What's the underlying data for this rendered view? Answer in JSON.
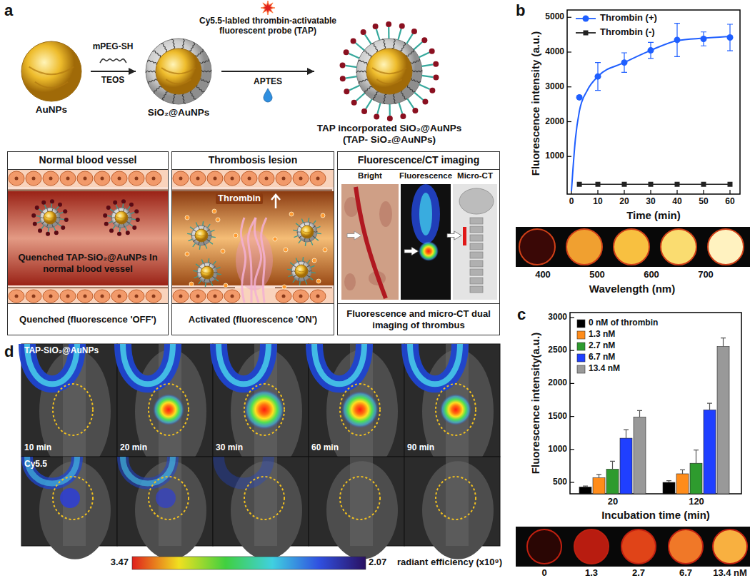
{
  "diagram": {
    "nodes": [
      {
        "text": [
          "AuNPs"
        ]
      },
      {
        "text": [
          "SiO₂@AuNPs"
        ]
      },
      {
        "text": [
          "TAP incorporated SiO₂@AuNPs (TAP- SiO₂@AuNPs)"
        ]
      },
      {
        "text": [
          "Normal blood vessel",
          "Quenched TAP-SiO₂@AuNPs In normal blood vessel"
        ]
      },
      {
        "text": [
          "Quenched (fluorescence 'OFF')"
        ],
        "in": 3
      },
      {
        "text": [
          "Thrombosis lesion"
        ]
      },
      {
        "text": [
          "Activated (fluorescence 'ON')"
        ],
        "in": 5
      },
      {
        "text": [
          "Fluorescence/CT imaging"
        ]
      },
      {
        "text": [
          "Fluorescence and micro-CT dual imaging of thrombus"
        ],
        "in": 7
      }
    ],
    "edges": [
      {
        "from": 0,
        "to": 1,
        "arrow": "to",
        "label": "mPEG-SH"
      },
      {
        "from": 1,
        "to": 2,
        "arrow": "to",
        "label": "Cy5.5-labled thrombin-activatable fluorescent probe (TAP)"
      }
    ],
    "labels": [
      "a",
      "TEOS",
      "APTES",
      "Thrombin",
      "Bright",
      "Fluorescence",
      "Micro-CT",
      "b",
      "1000",
      "2000",
      "3000",
      "4000",
      "5000",
      "0",
      "10",
      "20",
      "30",
      "40",
      "50",
      "60",
      "Fluorescence intensity (a.u.)",
      "Time (min)",
      "400",
      "500",
      "600",
      "700",
      "Wavelength (nm)",
      "c",
      "500",
      "1000",
      "1500",
      "2000",
      "2500",
      "3000",
      "20",
      "120",
      "Fluorescence intensity(a.u.)",
      "Incubation time (min)",
      "0",
      "1.3",
      "2.7",
      "6.7",
      "13.4 nM",
      "d",
      "TAP-SiO₂@AuNPs",
      "10 min",
      "20 min",
      "30 min",
      "60 min",
      "90 min",
      "Cy5.5",
      "3.47",
      "2.07",
      "radiant efficiency (x10⁹)"
    ],
    "legend": [
      {
        "text": "Thrombin (+)"
      },
      {
        "text": "Thrombin (-)"
      },
      {
        "text": "0 nM of thrombin",
        "color": "#000000"
      },
      {
        "text": "1.3 nM",
        "color": "#ff8c1a"
      },
      {
        "text": "2.7 nM",
        "color": "#2e9b2e"
      },
      {
        "text": "6.7 nM",
        "color": "#1f3fff"
      },
      {
        "text": "13.4 nM",
        "color": "#999999"
      }
    ]
  }
}
